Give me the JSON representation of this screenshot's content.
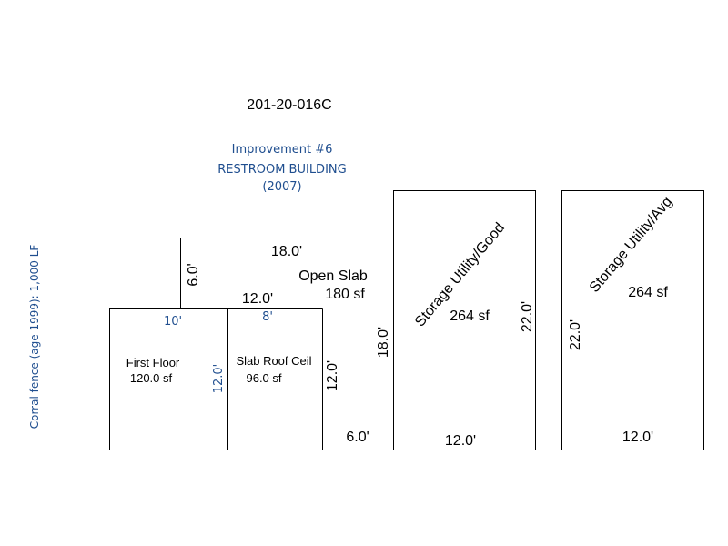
{
  "parcel_id": "201-20-016C",
  "improvement": {
    "number_label": "Improvement #6",
    "name": "RESTROOM BUILDING",
    "year": "(2007)"
  },
  "side_note": "Corral fence (age 1999): 1,000 LF",
  "areas": {
    "first_floor": {
      "name": "First Floor",
      "area": "120.0 sf",
      "top_dim": "10'"
    },
    "slab_roof_ceil": {
      "name": "Slab Roof Ceil",
      "area": "96.0 sf",
      "top_dim": "8'",
      "left_dim": "12.0'"
    },
    "open_slab": {
      "name": "Open Slab",
      "area": "180 sf",
      "top_dim": "18.0'",
      "left_dim": "6.0'",
      "inner_dim": "12.0'",
      "right_dim": "18.0'",
      "lower_dim": "12.0'",
      "bottom_dim": "6.0'"
    },
    "storage_good": {
      "name": "Storage Utility/Good",
      "area": "264 sf",
      "right_dim": "22.0'",
      "bottom_dim": "12.0'"
    },
    "storage_avg": {
      "name": "Storage Utility/Avg",
      "area": "264 sf",
      "left_dim": "22.0'",
      "bottom_dim": "12.0'"
    }
  },
  "colors": {
    "label_blue": "#1f4e8f",
    "outline": "#000000"
  }
}
